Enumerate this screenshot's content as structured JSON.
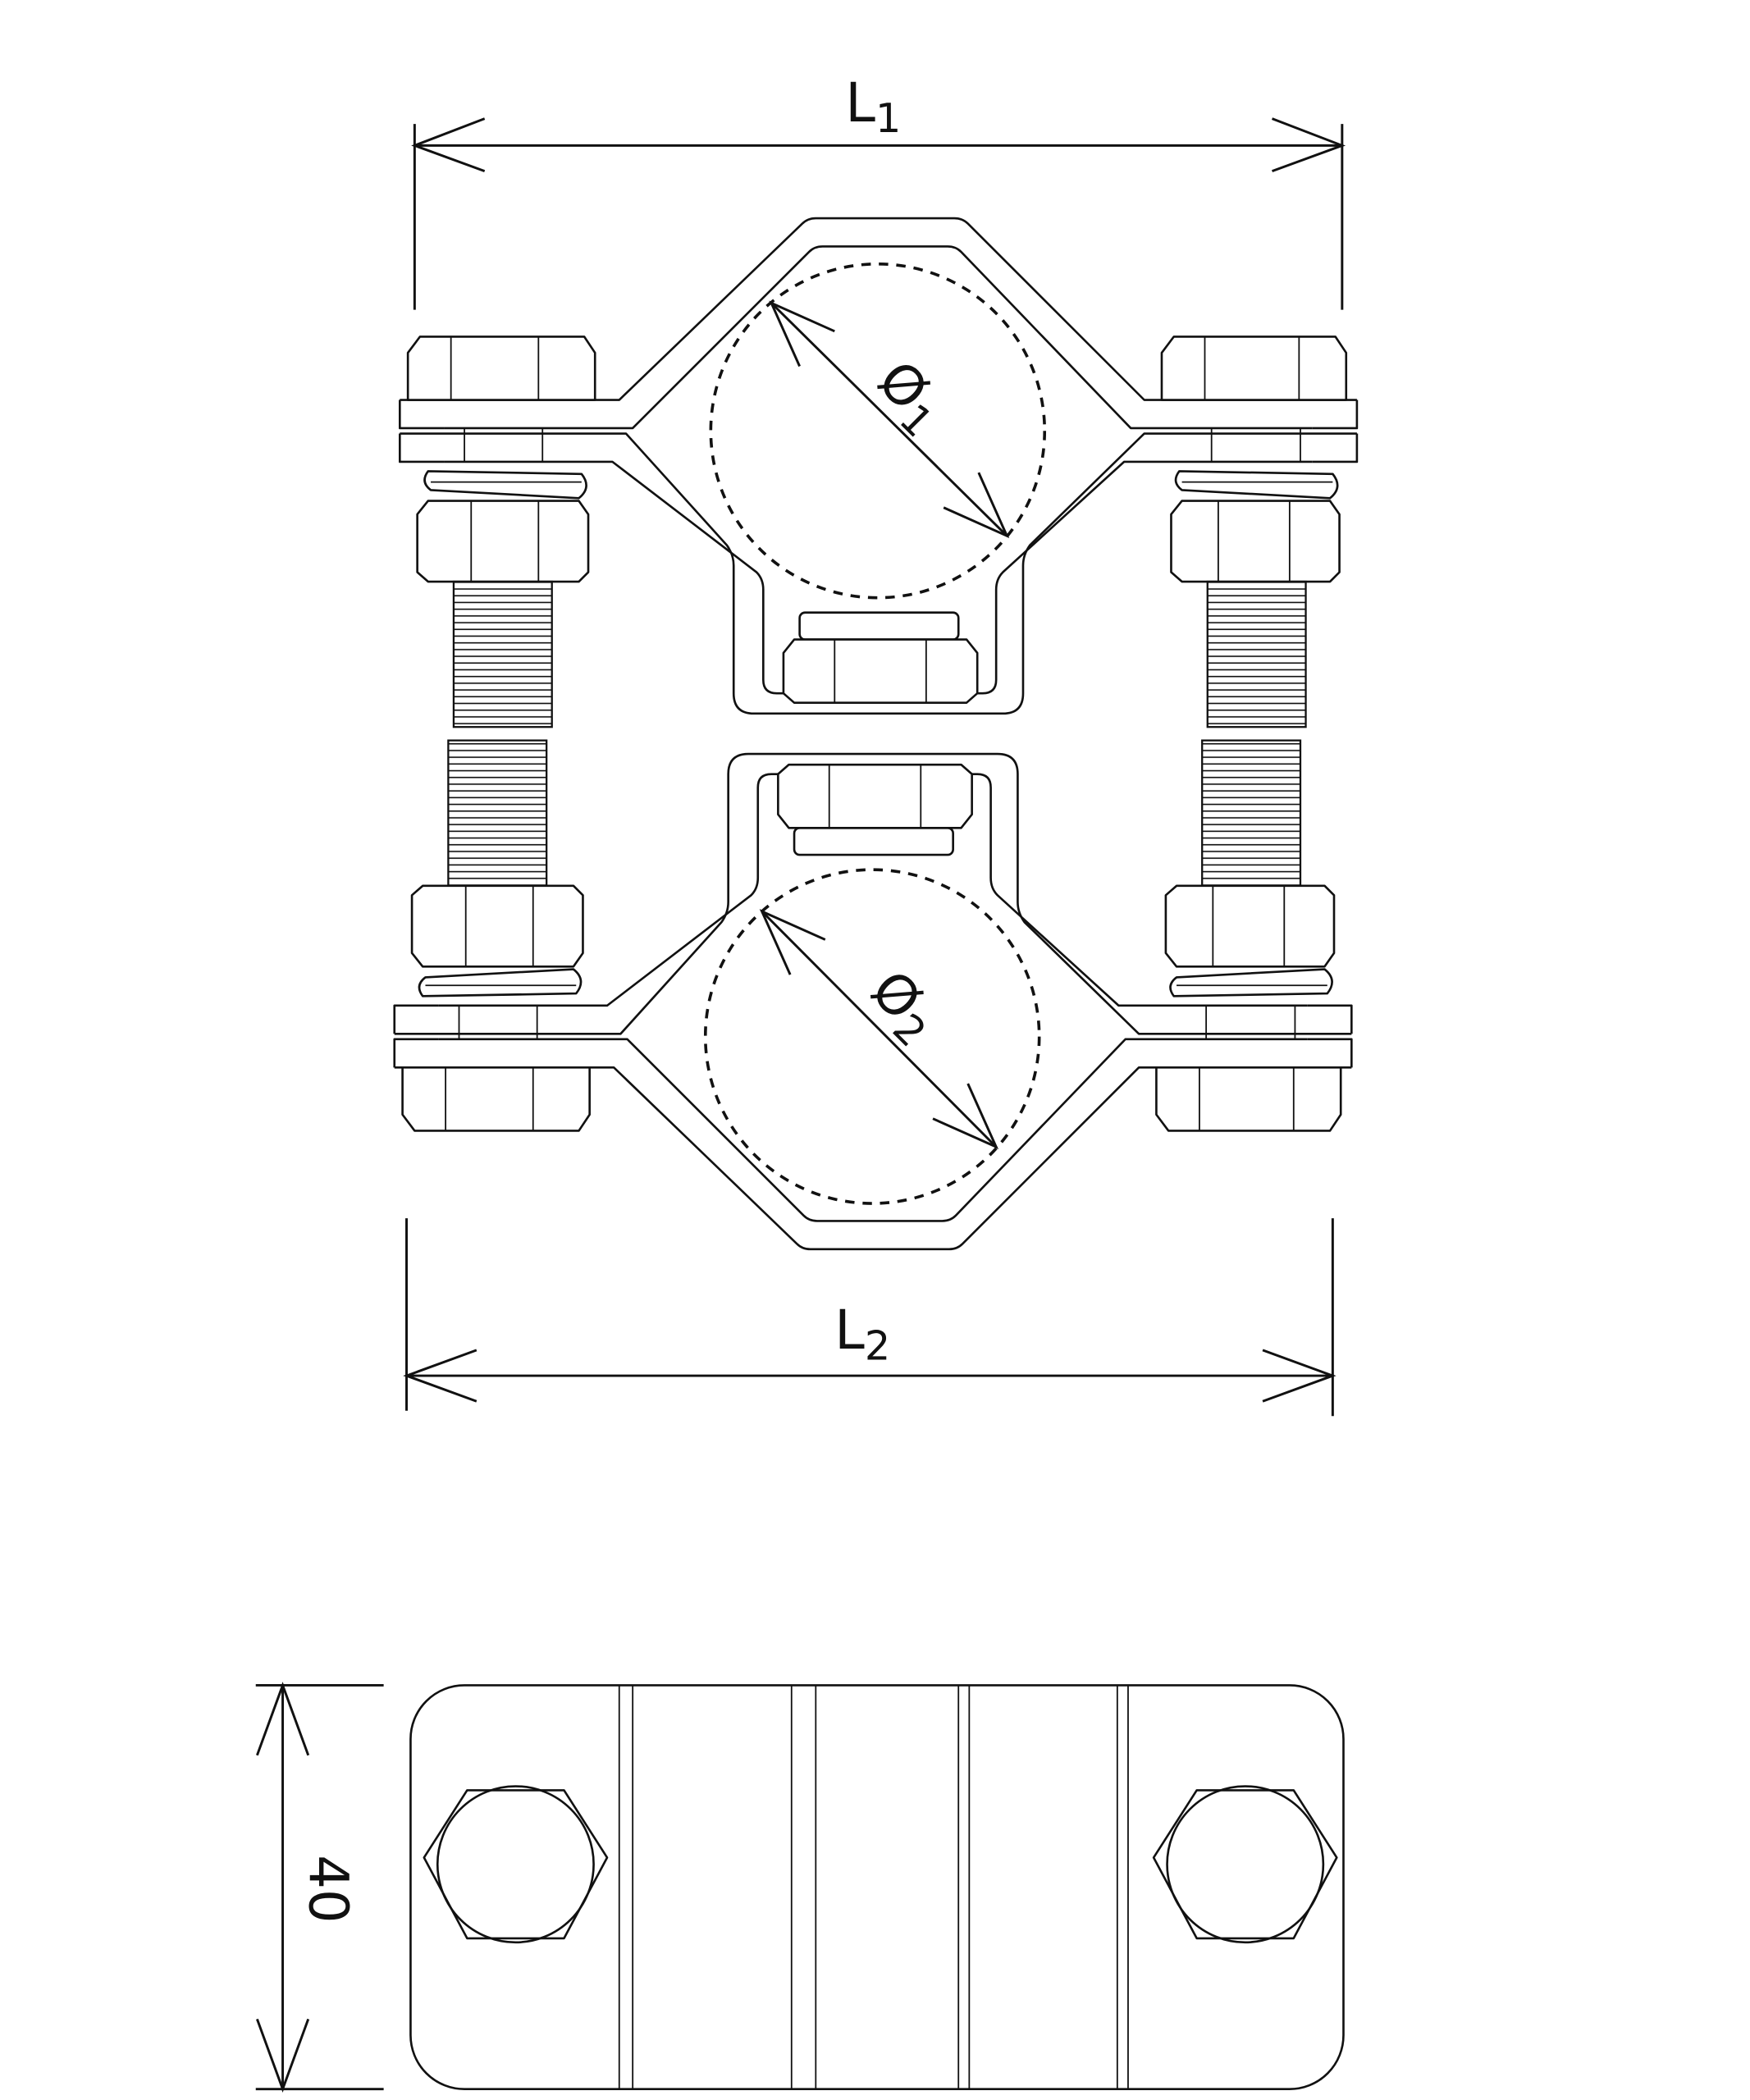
{
  "drawing": {
    "dimension_labels": {
      "l1": {
        "main": "L",
        "sub": "1"
      },
      "l2": {
        "main": "L",
        "sub": "2"
      },
      "d1": {
        "main": "Ø",
        "sub": "1"
      },
      "d2": {
        "main": "Ø",
        "sub": "2"
      },
      "width": "40"
    },
    "line_color": "#111111",
    "background": "#ffffff"
  }
}
